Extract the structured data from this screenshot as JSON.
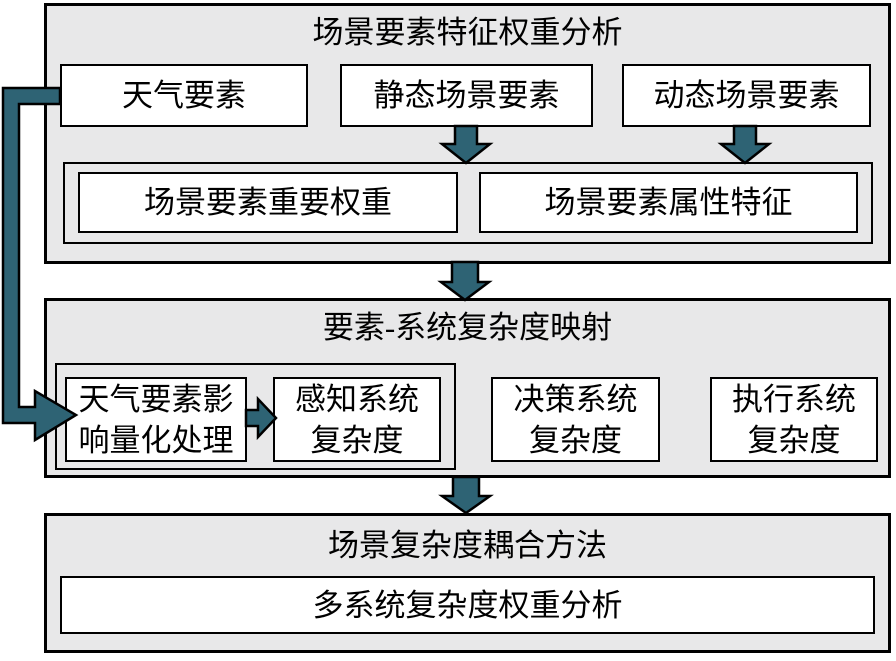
{
  "colors": {
    "arrow_fill": "#2E6374",
    "section_bg": "#E8E8E9",
    "box_bg": "#FFFFFF",
    "border": "#000000"
  },
  "sections": {
    "feature_weight": {
      "title": "场景要素特征权重分析",
      "boxes": {
        "weather": "天气要素",
        "static": "静态场景要素",
        "dynamic": "动态场景要素"
      },
      "results": {
        "importance": "场景要素重要权重",
        "attributes": "场景要素属性特征"
      }
    },
    "mapping": {
      "title": "要素-系统复杂度映射",
      "weather_quant": {
        "line1": "天气要素影",
        "line2": "响量化处理"
      },
      "perception": {
        "line1": "感知系统",
        "line2": "复杂度"
      },
      "decision": {
        "line1": "决策系统",
        "line2": "复杂度"
      },
      "execution": {
        "line1": "执行系统",
        "line2": "复杂度"
      }
    },
    "coupling": {
      "title": "场景复杂度耦合方法",
      "analysis": "多系统复杂度权重分析"
    }
  }
}
